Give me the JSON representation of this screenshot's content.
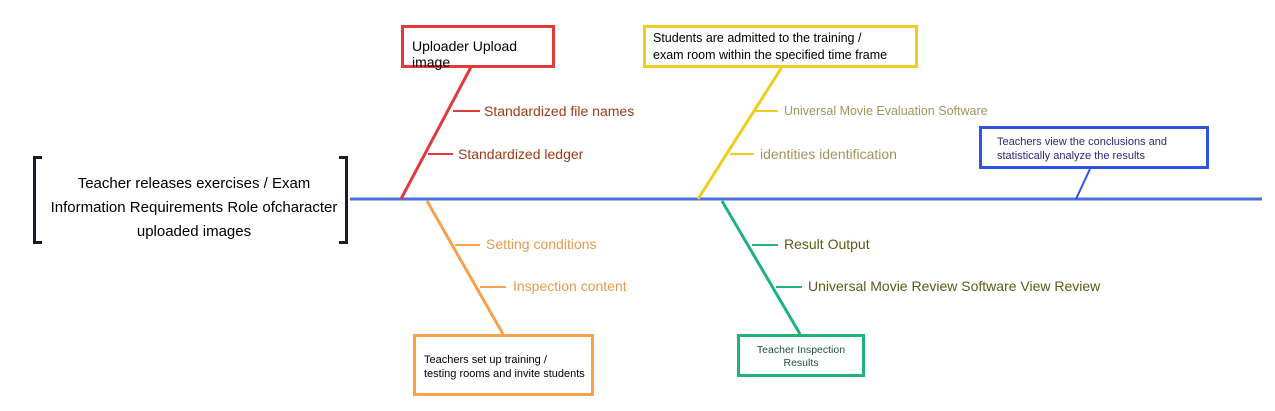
{
  "head": {
    "line1": "Teacher releases exercises / Exam Information",
    "line2": "Requirements Role ofcharacter uploaded images"
  },
  "colors": {
    "spine": "#4a6fe0",
    "red": "#e23a3a",
    "yellow": "#f0cc1d",
    "orange": "#f5a24a",
    "green": "#1fb37a",
    "blue": "#2f55e0",
    "bracket": "#1a1a2e",
    "brown_text": "#9c3b16",
    "khaki_text": "#a3925e",
    "orange_text": "#e59a4e",
    "olive_text": "#5c5a14"
  },
  "boxes": {
    "uploader": {
      "lines": [
        "Uploader Upload image"
      ]
    },
    "students": {
      "lines": [
        "Students are admitted to the training /",
        "exam room within the specified time frame"
      ]
    },
    "teachers_view": {
      "lines": [
        "Teachers view the conclusions and",
        "statistically analyze the results"
      ]
    },
    "teachers_setup": {
      "lines": [
        "Teachers set up training /",
        "testing rooms and invite students"
      ]
    },
    "inspection": {
      "lines": [
        "Teacher Inspection",
        "Results"
      ]
    }
  },
  "causes": {
    "file_names": "Standardized file names",
    "ledger": "Standardized ledger",
    "movie_eval": "Universal Movie Evaluation Software",
    "identities": "identities identification",
    "setting": "Setting conditions",
    "content": "Inspection content",
    "result_output": "Result Output",
    "review": "Universal Movie Review Software View Review"
  }
}
